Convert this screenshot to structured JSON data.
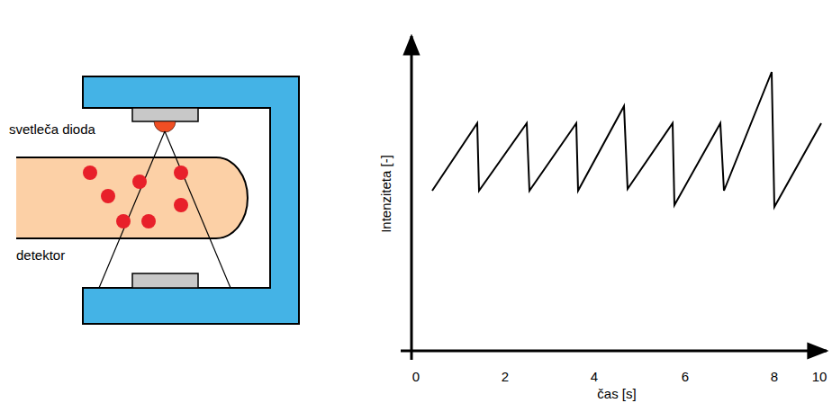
{
  "diagram": {
    "labels": [
      "svetleča dioda",
      "detektor",
      "Intenziteta [-]",
      "čas [s]",
      "0",
      "2",
      "4",
      "6",
      "8",
      "10"
    ]
  }
}
